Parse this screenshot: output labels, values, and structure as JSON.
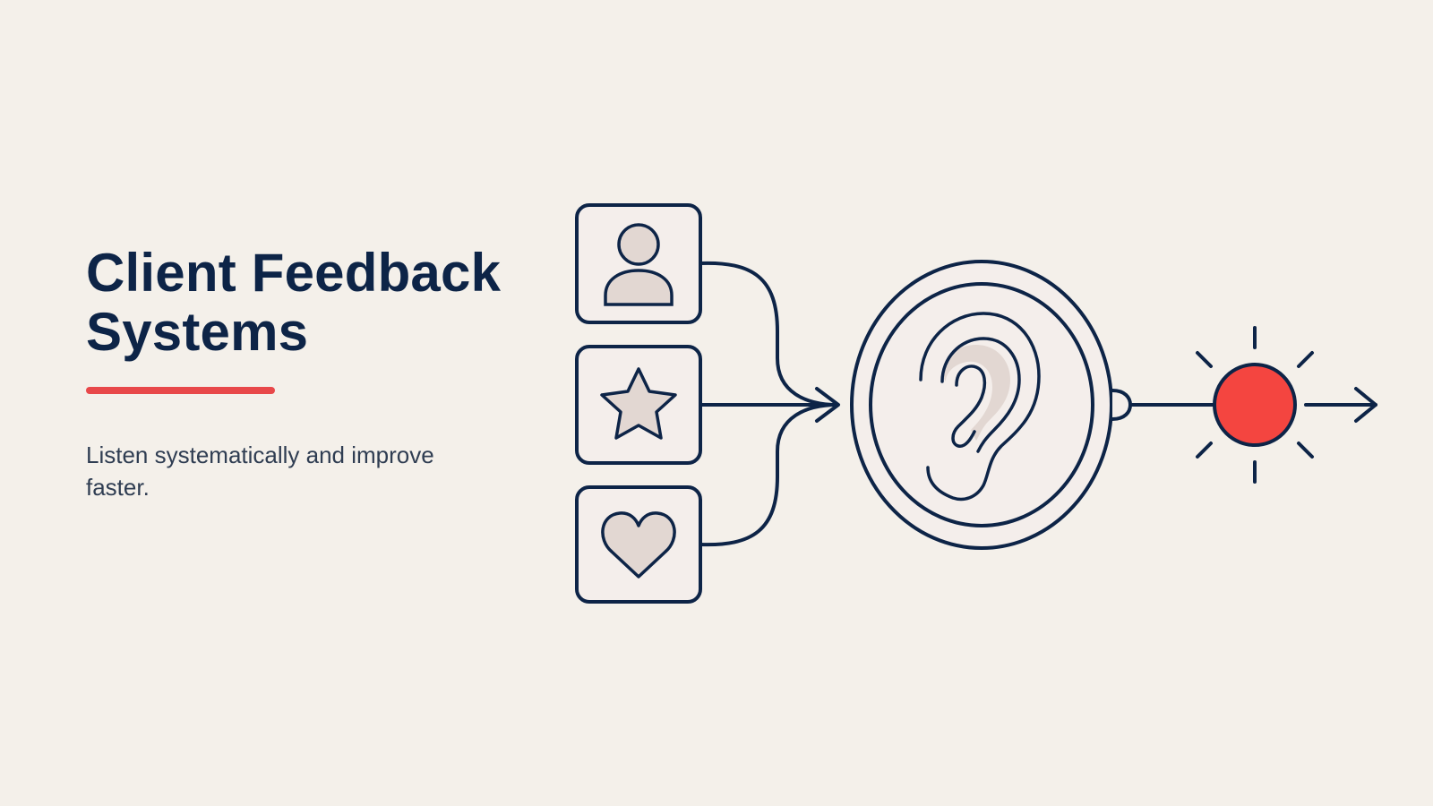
{
  "slide": {
    "title_line1": "Client Feedback",
    "title_line2": "Systems",
    "subtitle": "Listen systematically and improve faster."
  },
  "diagram": {
    "inputs": [
      {
        "icon": "person-icon"
      },
      {
        "icon": "star-icon"
      },
      {
        "icon": "heart-icon"
      }
    ],
    "hub_icon": "ear-icon",
    "output_icon": "sun-icon"
  },
  "colors": {
    "background": "#f4f0ea",
    "navy": "#0d2447",
    "accent": "#e8484a",
    "tile_fill": "#f4eeeb",
    "icon_fill": "#e2d7d2"
  }
}
